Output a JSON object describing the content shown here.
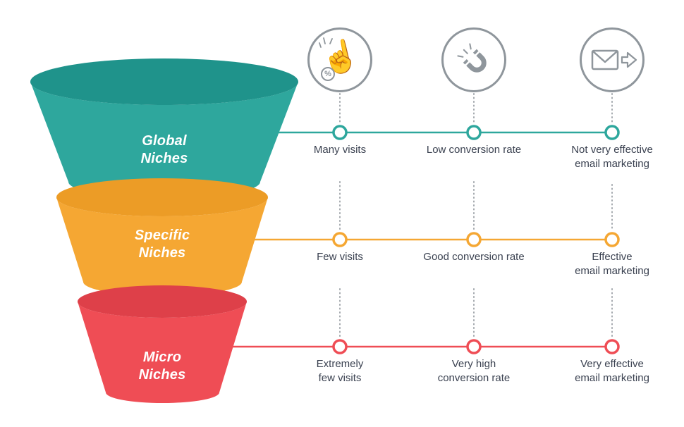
{
  "colors": {
    "teal": "#2EA79D",
    "teal_dark": "#1F938B",
    "orange": "#F5A733",
    "orange_dark": "#EC9C26",
    "red": "#EF4D55",
    "red_dark": "#DE4049",
    "icon_gray": "#8F969C",
    "dotted_gray": "#A4A9AE",
    "label_text": "#3A4150"
  },
  "funnel": {
    "tiers": [
      {
        "label": "Global\nNiches",
        "color": "#2EA79D"
      },
      {
        "label": "Specific\nNiches",
        "color": "#F5A733"
      },
      {
        "label": "Micro\nNiches",
        "color": "#EF4D55"
      }
    ]
  },
  "icons": [
    {
      "name": "click-percent-icon",
      "badge": "%"
    },
    {
      "name": "magnet-icon"
    },
    {
      "name": "email-forward-icon"
    }
  ],
  "rows": [
    {
      "tier": "Global Niches",
      "cells": [
        "Many visits",
        "Low conversion rate",
        "Not very effective\nemail marketing"
      ]
    },
    {
      "tier": "Specific Niches",
      "cells": [
        "Few visits",
        "Good conversion rate",
        "Effective\nemail marketing"
      ]
    },
    {
      "tier": "Micro Niches",
      "cells": [
        "Extremely\nfew visits",
        "Very high\nconversion rate",
        "Very effective\nemail marketing"
      ]
    }
  ]
}
